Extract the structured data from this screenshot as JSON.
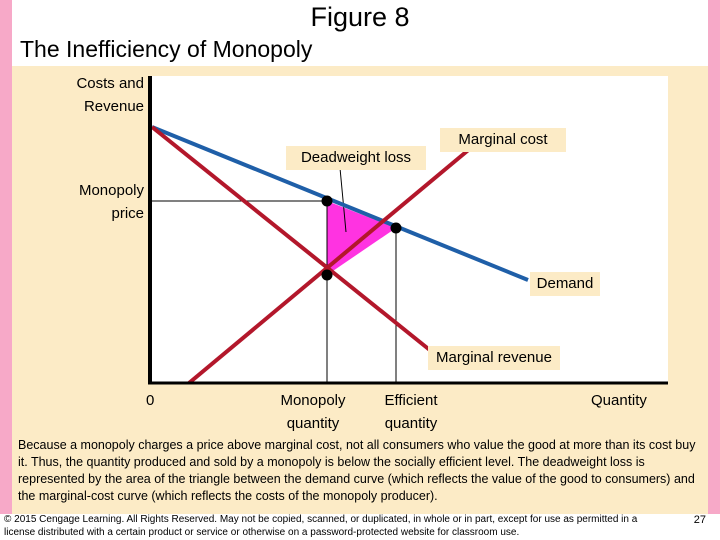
{
  "slide": {
    "figure_title": "Figure 8",
    "subtitle": "The Inefficiency of Monopoly",
    "page_number": "27"
  },
  "diagram": {
    "y_axis_label_line1": "Costs and",
    "y_axis_label_line2": "Revenue",
    "monopoly_price_line1": "Monopoly",
    "monopoly_price_line2": "price",
    "deadweight_loss": "Deadweight loss",
    "marginal_cost": "Marginal cost",
    "demand": "Demand",
    "marginal_revenue": "Marginal revenue",
    "origin": "0",
    "monopoly_quantity_line1": "Monopoly",
    "monopoly_quantity_line2": "quantity",
    "efficient_quantity_line1": "Efficient",
    "efficient_quantity_line2": "quantity",
    "x_axis_label": "Quantity",
    "colors": {
      "demand": "#1f5fa8",
      "marginal_revenue": "#b3172b",
      "marginal_cost": "#b3172b",
      "deadweight_loss": "#ff33e1",
      "background": "#fcebc6"
    }
  },
  "caption": "Because a monopoly charges a price above marginal cost, not all consumers who value the good at more than its cost buy it. Thus, the quantity produced and sold by a monopoly is below the socially efficient level. The deadweight loss is represented by the area of the triangle between the demand curve (which reflects the value of the good to consumers) and the marginal-cost curve (which reflects the costs of the monopoly producer).",
  "copyright": "© 2015 Cengage Learning. All Rights Reserved. May not be copied, scanned, or duplicated, in whole or in part, except for use as permitted in a license distributed with a certain product or service or otherwise on a password-protected website for classroom use."
}
